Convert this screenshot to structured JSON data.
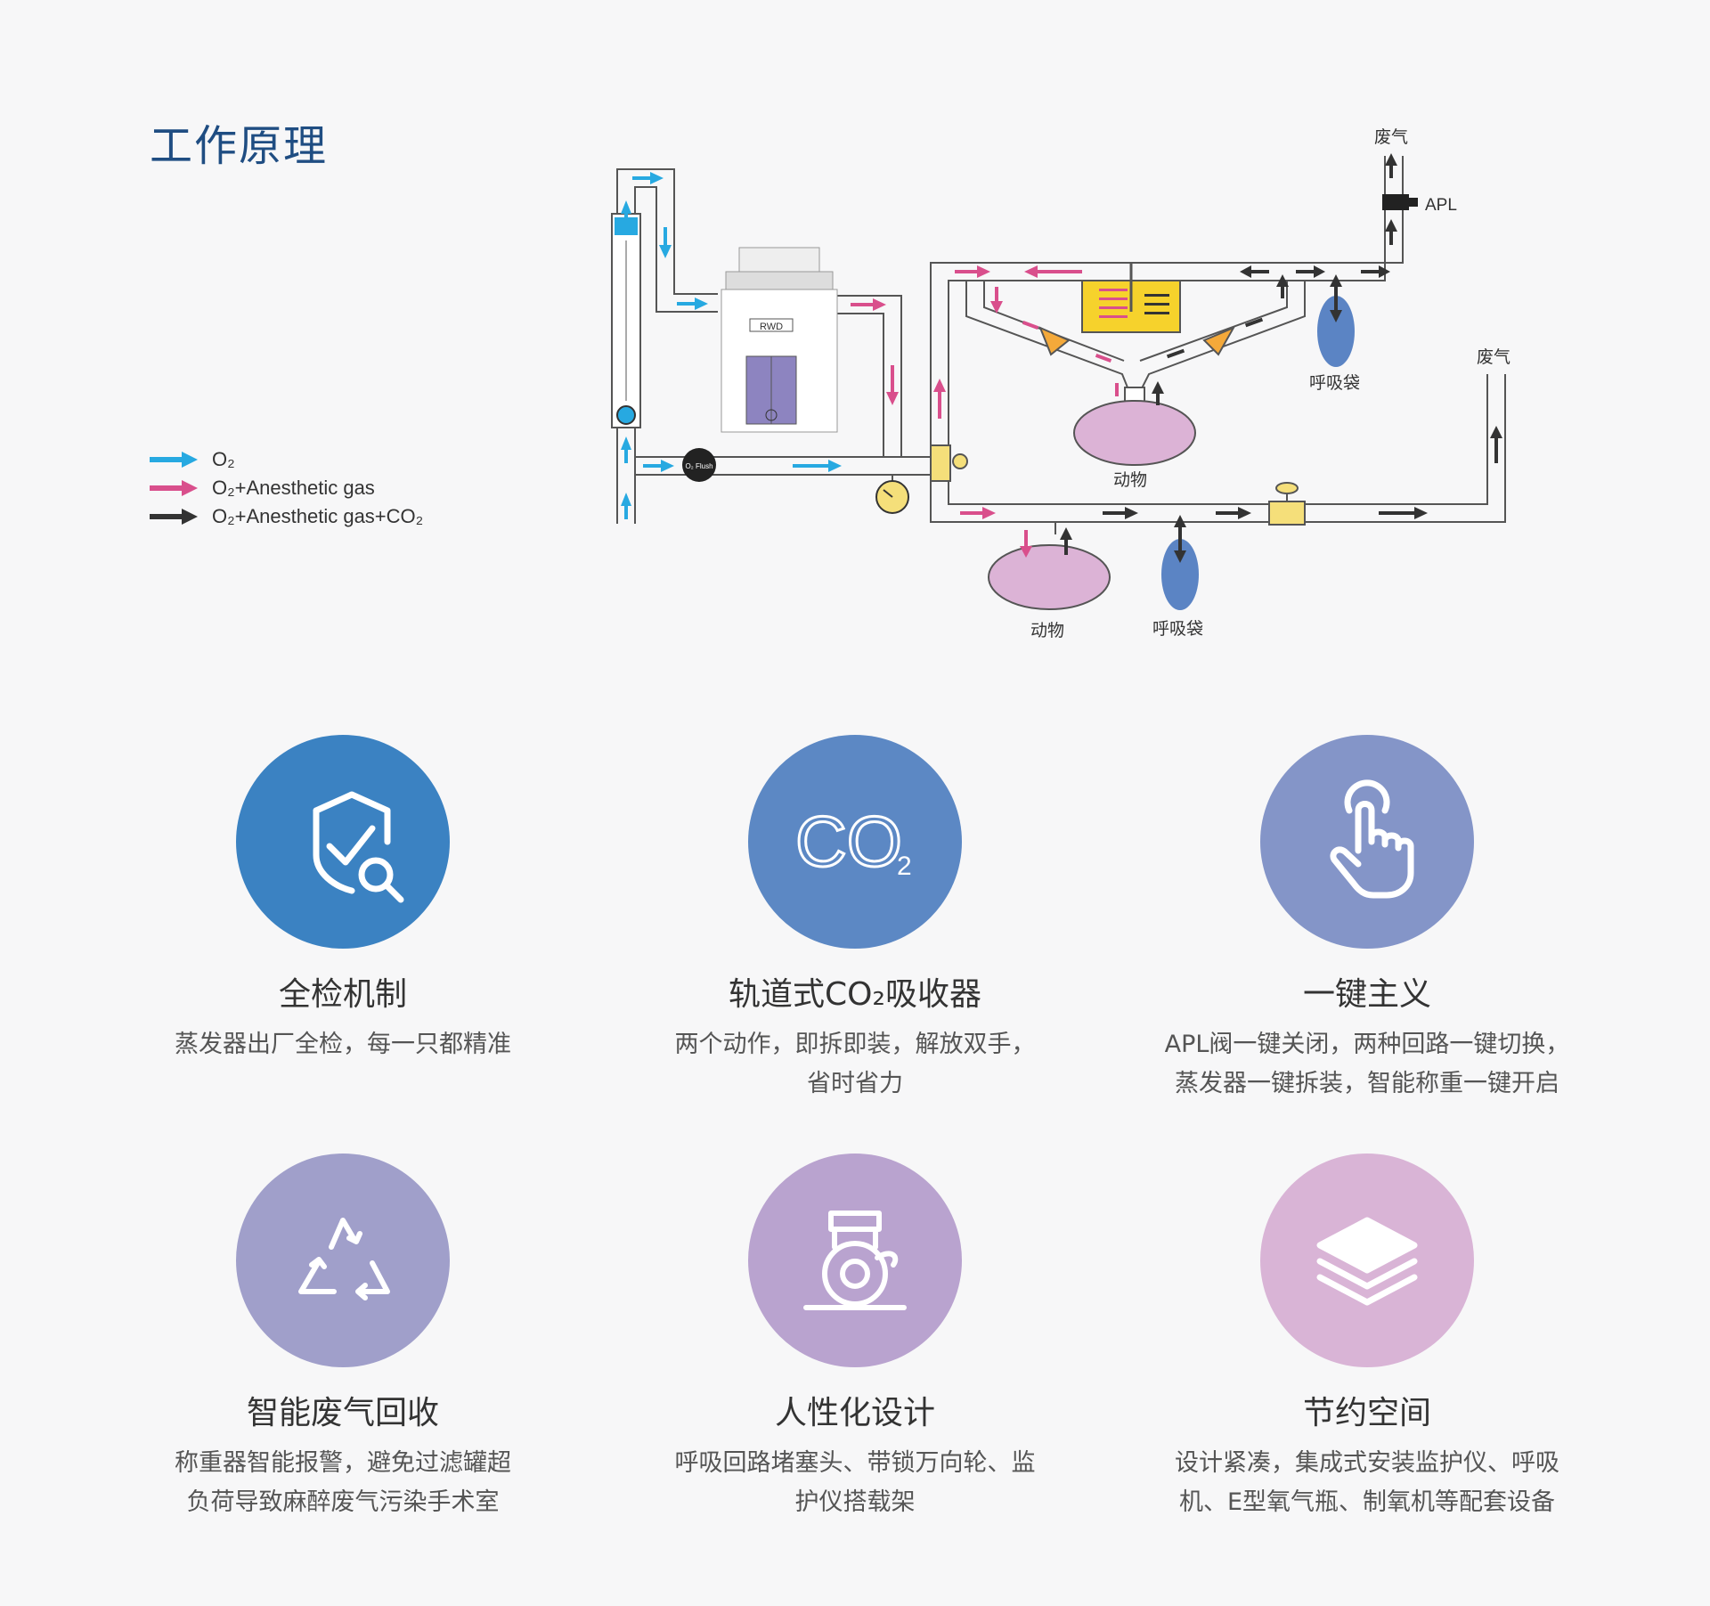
{
  "title": "工作原理",
  "legend": [
    {
      "label": "O₂",
      "color": "#27a9e1"
    },
    {
      "label": "O₂+Anesthetic gas",
      "color": "#d94f8c"
    },
    {
      "label": "O₂+Anesthetic gas+CO₂",
      "color": "#333333"
    }
  ],
  "diagram": {
    "exhaust_top": "废气",
    "apl": "APL",
    "breathing_bag_top": "呼吸袋",
    "animal_top": "动物",
    "exhaust_right": "废气",
    "animal_bottom": "动物",
    "breathing_bag_bottom": "呼吸袋",
    "vaporizer_brand": "RWD",
    "o2_flush": "O₂ Flush"
  },
  "colors": {
    "o2": "#27a9e1",
    "anesthetic": "#d94f8c",
    "co2": "#333333",
    "animal": "#dcb3d6",
    "bag": "#5b84c4",
    "valve": "#f5df7a",
    "absorber": "#f6d22c",
    "triangle": "#f4a93a"
  },
  "features": [
    {
      "icon": "shield-check-search-icon",
      "color": "#3b82c2",
      "title": "全检机制",
      "desc": [
        "蒸发器出厂全检，每一只都精准"
      ]
    },
    {
      "icon": "co2-icon",
      "color": "#5c88c4",
      "title": "轨道式CO₂吸收器",
      "desc": [
        "两个动作，即拆即装，解放双手，",
        "省时省力"
      ],
      "icon_text": "CO",
      "icon_sub": "2"
    },
    {
      "icon": "touch-hand-icon",
      "color": "#8495c8",
      "title": "一键主义",
      "desc": [
        "APL阀一键关闭，两种回路一键切换，",
        "蒸发器一键拆装，智能称重一键开启"
      ]
    },
    {
      "icon": "recycle-icon",
      "color": "#a09fca",
      "title": "智能废气回收",
      "desc": [
        "称重器智能报警，避免过滤罐超",
        "负荷导致麻醉废气污染手术室"
      ]
    },
    {
      "icon": "caster-wheel-icon",
      "color": "#b9a3cf",
      "title": "人性化设计",
      "desc": [
        "呼吸回路堵塞头、带锁万向轮、监",
        "护仪搭载架"
      ]
    },
    {
      "icon": "layers-icon",
      "color": "#d9b4d6",
      "title": "节约空间",
      "desc": [
        "设计紧凑，集成式安装监护仪、呼吸",
        "机、E型氧气瓶、制氧机等配套设备"
      ]
    }
  ]
}
